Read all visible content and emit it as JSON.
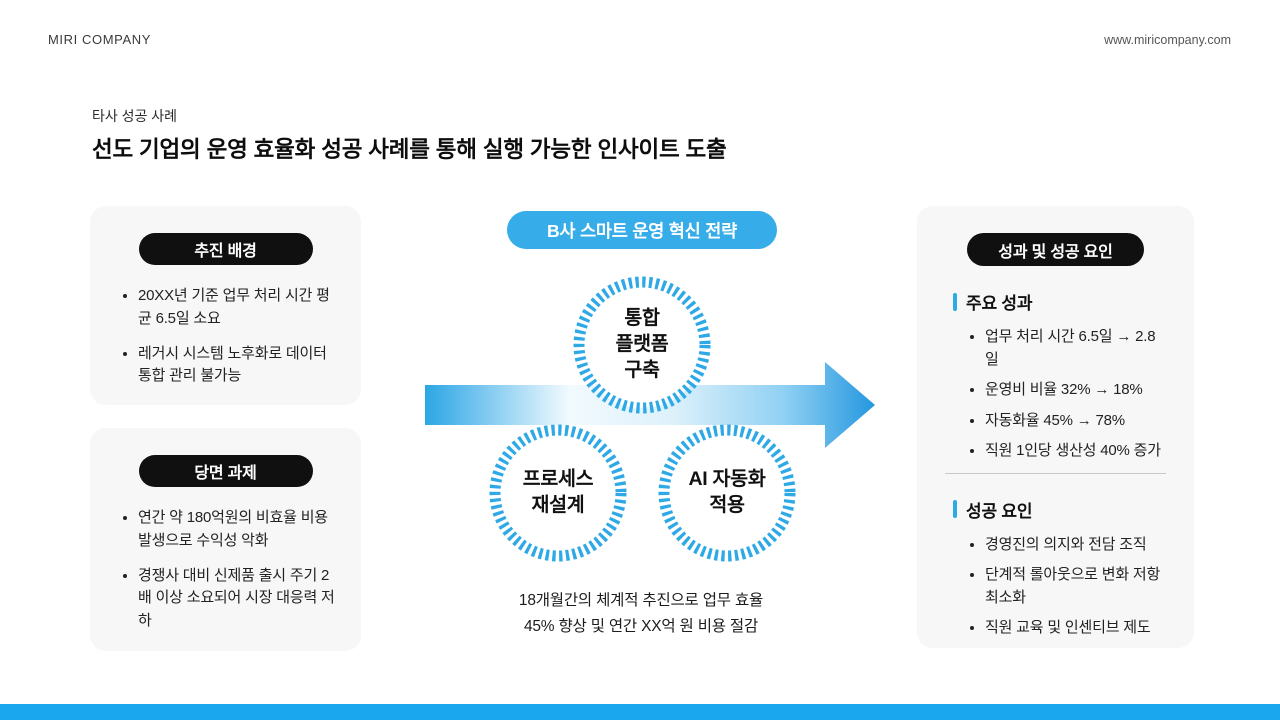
{
  "header": {
    "brand": "MIRI COMPANY",
    "website": "www.miricompany.com"
  },
  "title_block": {
    "eyebrow": "타사 성공 사례",
    "title": "선도 기업의 운영 효율화 성공 사례를 통해 실행 가능한 인사이트 도출"
  },
  "left_cards": {
    "background": {
      "pill": "추진 배경",
      "bullets": [
        "20XX년 기준 업무 처리 시간 평균 6.5일 소요",
        "레거시 시스템 노후화로 데이터 통합 관리 불가능"
      ]
    },
    "challenges": {
      "pill": "당면 과제",
      "bullets": [
        "연간 약 180억원의 비효율 비용 발생으로 수익성 악화",
        "경쟁사 대비 신제품 출시 주기 2배 이상 소요되어 시장 대응력 저하"
      ]
    }
  },
  "center": {
    "pill": "B사 스마트 운영 혁신 전략",
    "circles": [
      {
        "lines": [
          "통합",
          "플랫폼",
          "구축"
        ]
      },
      {
        "lines": [
          "프로세스",
          "재설계"
        ]
      },
      {
        "lines": [
          "AI 자동화",
          "적용"
        ]
      }
    ],
    "caption_line1": "18개월간의 체계적 추진으로 업무 효율",
    "caption_line2": "45% 향상 및 연간 XX억 원 비용 절감"
  },
  "right_card": {
    "pill": "성과 및 성공 요인",
    "sections": [
      {
        "heading": "주요 성과",
        "bullets": [
          "업무 처리 시간 6.5일 → 2.8일",
          "운영비 비율 32% → 18%",
          "자동화율 45% → 78%",
          "직원 1인당 생산성 40% 증가"
        ]
      },
      {
        "heading": "성공 요인",
        "bullets": [
          "경영진의 의지와 전담 조직",
          "단계적 롤아웃으로 변화 저항 최소화",
          "직원 교육 및 인센티브 제도"
        ]
      }
    ]
  },
  "colors": {
    "accent_blue": "#2fa9e6",
    "strategy_pill_blue": "#36ade9",
    "bottom_bar_blue": "#1aa7ee",
    "black_pill": "#101010",
    "card_background": "#f7f7f8"
  }
}
